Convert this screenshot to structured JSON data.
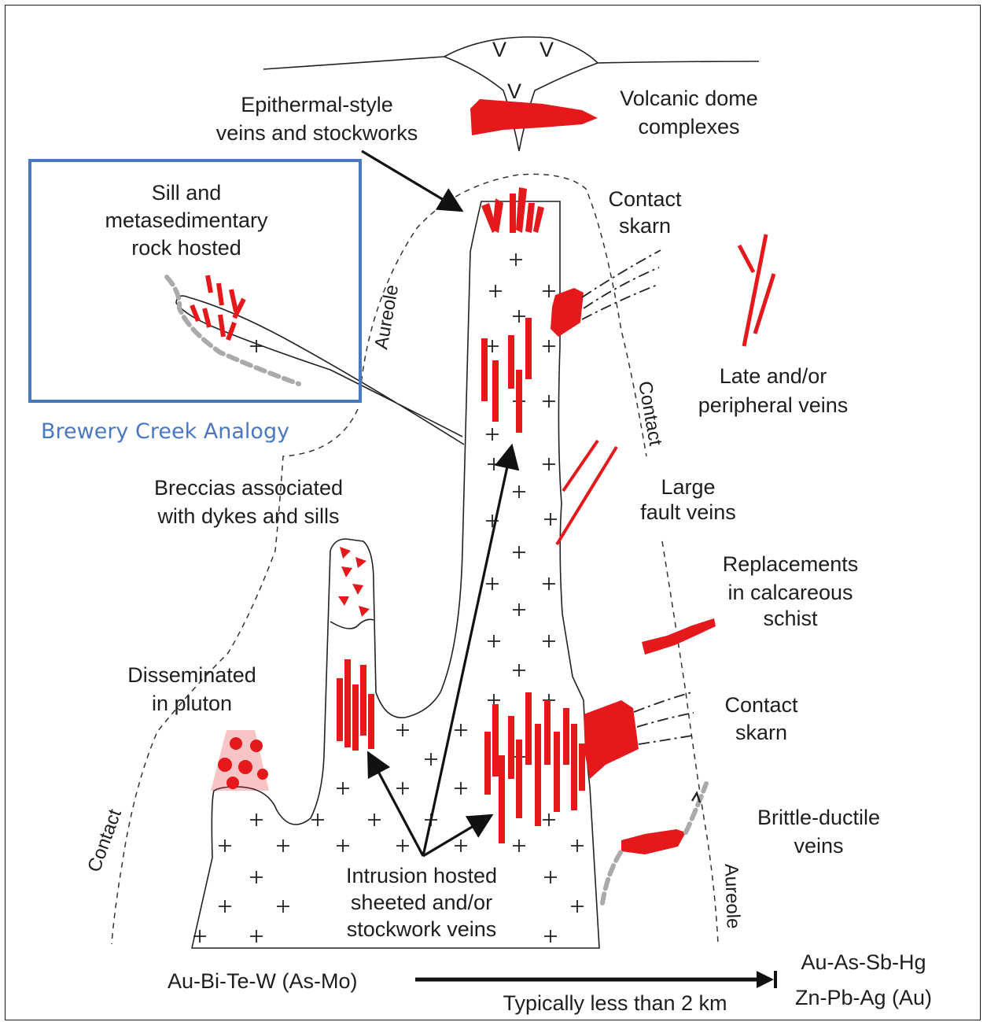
{
  "labels": {
    "epithermal": [
      "Epithermal-style",
      "veins and stockworks"
    ],
    "volcanic": [
      "Volcanic dome",
      "complexes"
    ],
    "contact_skarn_top": [
      "Contact",
      "skarn"
    ],
    "sill": [
      "Sill and",
      "metasedimentary",
      "rock hosted"
    ],
    "late_veins": [
      "Late and/or",
      "peripheral veins"
    ],
    "large_fault": [
      "Large",
      "fault veins"
    ],
    "breccias": [
      "Breccias associated",
      "with dykes and sills"
    ],
    "replacements": [
      "Replacements",
      "in calcareous",
      "schist"
    ],
    "disseminated": [
      "Disseminated",
      "in pluton"
    ],
    "contact_skarn_bottom": [
      "Contact",
      "skarn"
    ],
    "brittle": [
      "Brittle-ductile",
      "veins"
    ],
    "intrusion": [
      "Intrusion hosted",
      "sheeted and/or",
      "stockwork veins"
    ],
    "aureole": "Aureole",
    "contact": "Contact",
    "volcano_v": "V"
  },
  "analogy": {
    "caption": "Brewery Creek Analogy",
    "box_color": "#4a78c0"
  },
  "bottom": {
    "left_assemblage": "Au-Bi-Te-W (As-Mo)",
    "right_assemblage_1": "Au-As-Sb-Hg",
    "right_assemblage_2": "Zn-Pb-Ag (Au)",
    "distance": "Typically less than 2 km"
  },
  "colors": {
    "ore": "#e5181c",
    "outline": "#222222",
    "analogy_blue": "#4a78c0"
  }
}
